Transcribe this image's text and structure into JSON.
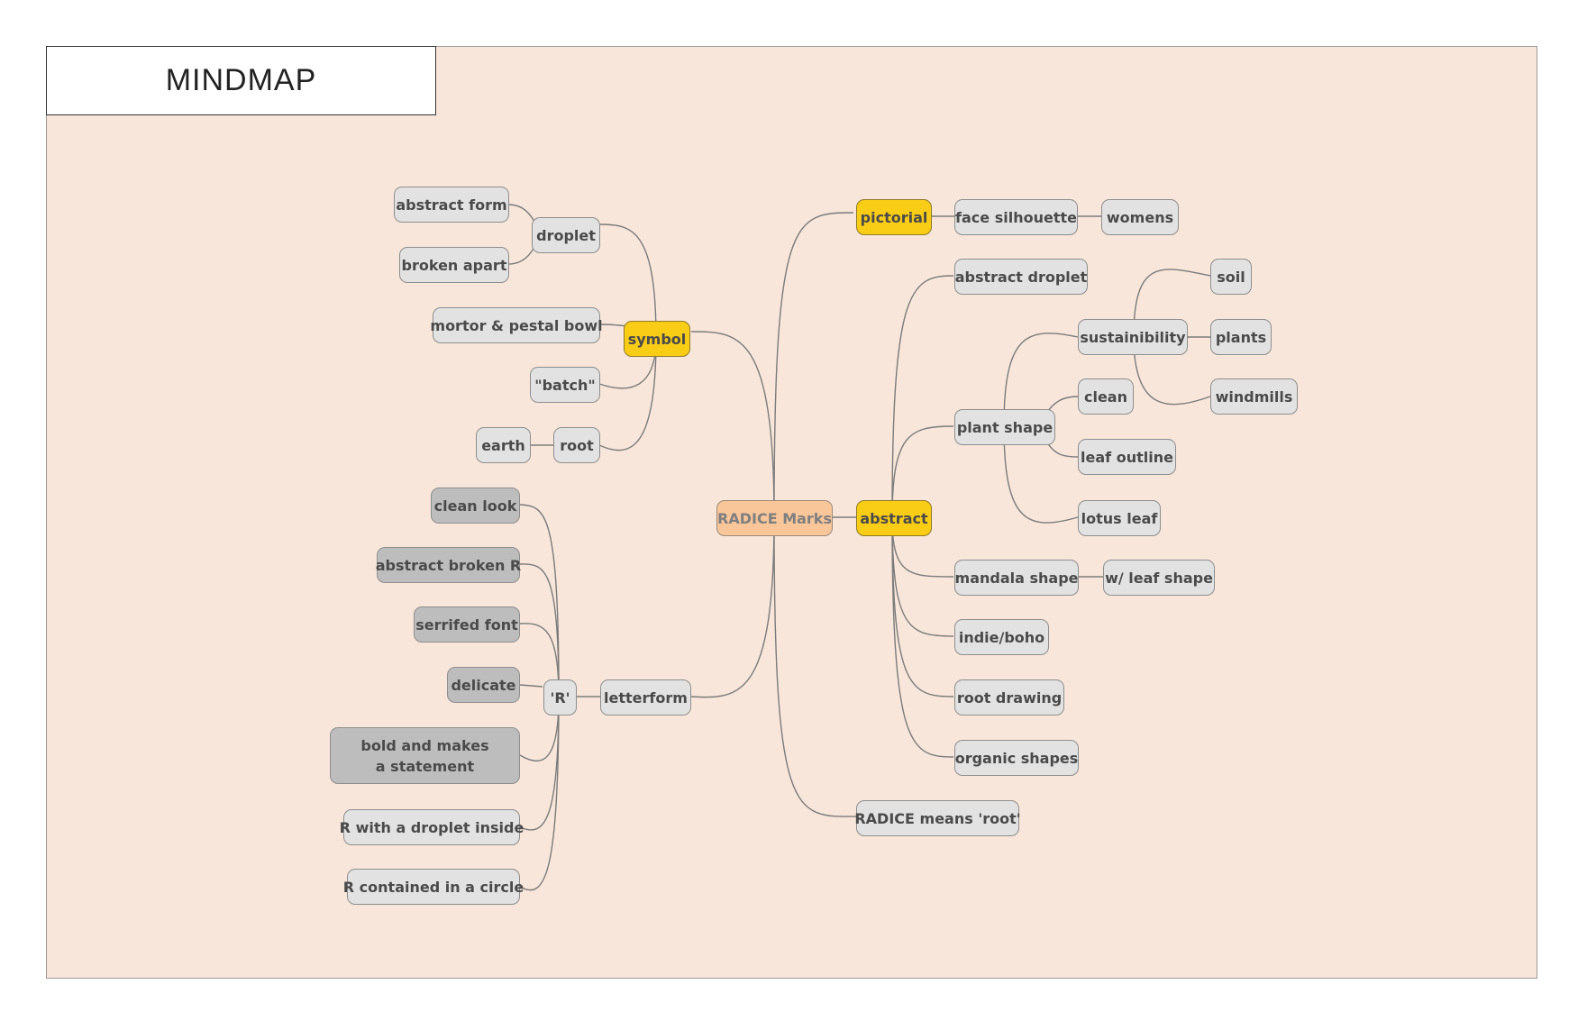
{
  "title": "MINDMAP",
  "colors": {
    "canvas_bg": "#f8e6da",
    "root_fill": "#f9c69a",
    "branch_fill": "#f9cc16",
    "leaf_fill": "#e2e2e2",
    "dark_leaf_fill": "#bdbdbd",
    "link_color": "#7b7b7b"
  },
  "mindmap": {
    "root": "RADICE Marks",
    "branches": [
      {
        "label": "pictorial",
        "children": [
          {
            "label": "face silhouette",
            "children": [
              {
                "label": "womens"
              }
            ]
          }
        ]
      },
      {
        "label": "symbol",
        "children": [
          {
            "label": "droplet",
            "children": [
              {
                "label": "abstract form"
              },
              {
                "label": "broken apart"
              }
            ]
          },
          {
            "label": "mortor & pestal bowl"
          },
          {
            "label": "\"batch\""
          },
          {
            "label": "root",
            "children": [
              {
                "label": "earth"
              }
            ]
          }
        ]
      },
      {
        "label": "abstract",
        "children": [
          {
            "label": "abstract droplet"
          },
          {
            "label": "plant shape",
            "children": [
              {
                "label": "sustainibility",
                "children": [
                  {
                    "label": "soil"
                  },
                  {
                    "label": "plants"
                  },
                  {
                    "label": "windmills"
                  }
                ]
              },
              {
                "label": "clean"
              },
              {
                "label": "leaf outline"
              },
              {
                "label": "lotus leaf"
              }
            ]
          },
          {
            "label": "mandala shape",
            "children": [
              {
                "label": "w/ leaf shape"
              }
            ]
          },
          {
            "label": "indie/boho"
          },
          {
            "label": "root drawing"
          },
          {
            "label": "organic shapes"
          }
        ]
      },
      {
        "label": "letterform",
        "children": [
          {
            "label": "'R'",
            "children": [
              {
                "label": "clean look"
              },
              {
                "label": "abstract broken R"
              },
              {
                "label": "serrifed font"
              },
              {
                "label": "delicate"
              },
              {
                "label": "bold and makes a statement"
              },
              {
                "label": "R with a droplet inside"
              },
              {
                "label": "R contained in a circle"
              }
            ]
          }
        ]
      },
      {
        "label": "RADICE means 'root'"
      }
    ]
  }
}
